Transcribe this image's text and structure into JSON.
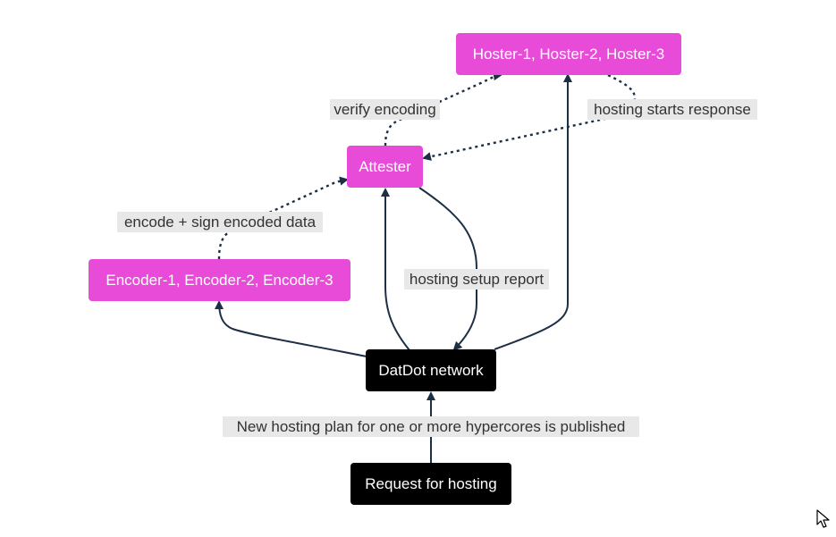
{
  "diagram": {
    "nodes": {
      "hosters": "Hoster-1, Hoster-2, Hoster-3",
      "attester": "Attester",
      "encoders": "Encoder-1, Encoder-2, Encoder-3",
      "network": "DatDot network",
      "request": "Request for hosting"
    },
    "edges": {
      "verify": "verify encoding",
      "hosting_starts": "hosting starts response",
      "encode_sign": "encode + sign encoded data",
      "setup_report": "hosting setup report",
      "new_plan": "New hosting plan for one or more hypercores is published"
    }
  },
  "colors": {
    "pink_node": "#e84bd8",
    "dark_node": "#000000",
    "edge": "#1c2f45",
    "label_bg": "#e8e8e8"
  },
  "icons": {
    "cursor": "mouse-pointer-icon"
  }
}
